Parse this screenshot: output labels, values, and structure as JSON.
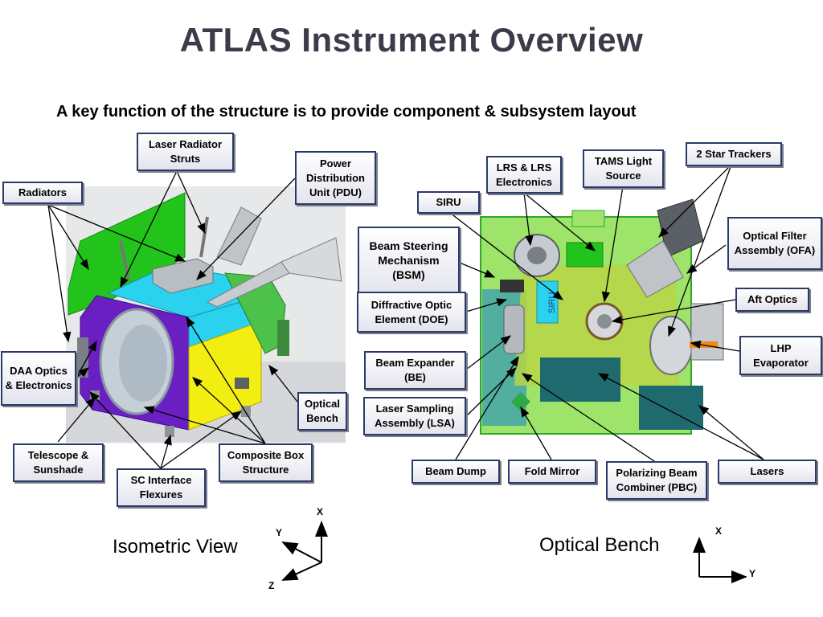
{
  "title": "ATLAS Instrument Overview",
  "subtitle": "A  key function of the structure is to provide component & subsystem layout",
  "isometric": {
    "caption": "Isometric View",
    "labels": {
      "laser_radiator_struts": "Laser Radiator Struts",
      "power_distribution_unit": "Power Distribution Unit (PDU)",
      "radiators": "Radiators",
      "daa": "DAA Optics & Electronics",
      "optical_bench": "Optical Bench",
      "telescope_sunshade": "Telescope & Sunshade",
      "sc_interface_flexures": "SC Interface Flexures",
      "composite_box_structure": "Composite Box Structure"
    },
    "axes": {
      "x": "X",
      "y": "Y",
      "z": "Z"
    }
  },
  "bench": {
    "caption": "Optical Bench",
    "labels": {
      "lrs_electronics": "LRS & LRS Electronics",
      "tams_light_source": "TAMS Light Source",
      "star_trackers": "2 Star Trackers",
      "siru": "SIRU",
      "bsm": "Beam Steering Mechanism (BSM)",
      "ofa": "Optical Filter Assembly (OFA)",
      "doe": "Diffractive Optic Element (DOE)",
      "aft_optics": "Aft Optics",
      "lhp_evaporator": "LHP Evaporator",
      "beam_expander": "Beam Expander (BE)",
      "lsa": "Laser Sampling Assembly (LSA)",
      "beam_dump": "Beam Dump",
      "fold_mirror": "Fold Mirror",
      "pbc": "Polarizing Beam Combiner (PBC)",
      "lasers": "Lasers"
    },
    "axes": {
      "x": "X",
      "y": "Y"
    },
    "siru_text": "SIRU"
  },
  "colors": {
    "title": "#3b3b4a",
    "radiator_green": "#22c31b",
    "box_purple": "#6a1fc2",
    "box_cyan": "#2ad2f0",
    "box_yellow": "#f2ee12",
    "bench_green": "#9ee36a",
    "bench_blue": "#3fa0ad",
    "laser_teal": "#1f6a6e",
    "label_border": "#2c3a6a"
  }
}
